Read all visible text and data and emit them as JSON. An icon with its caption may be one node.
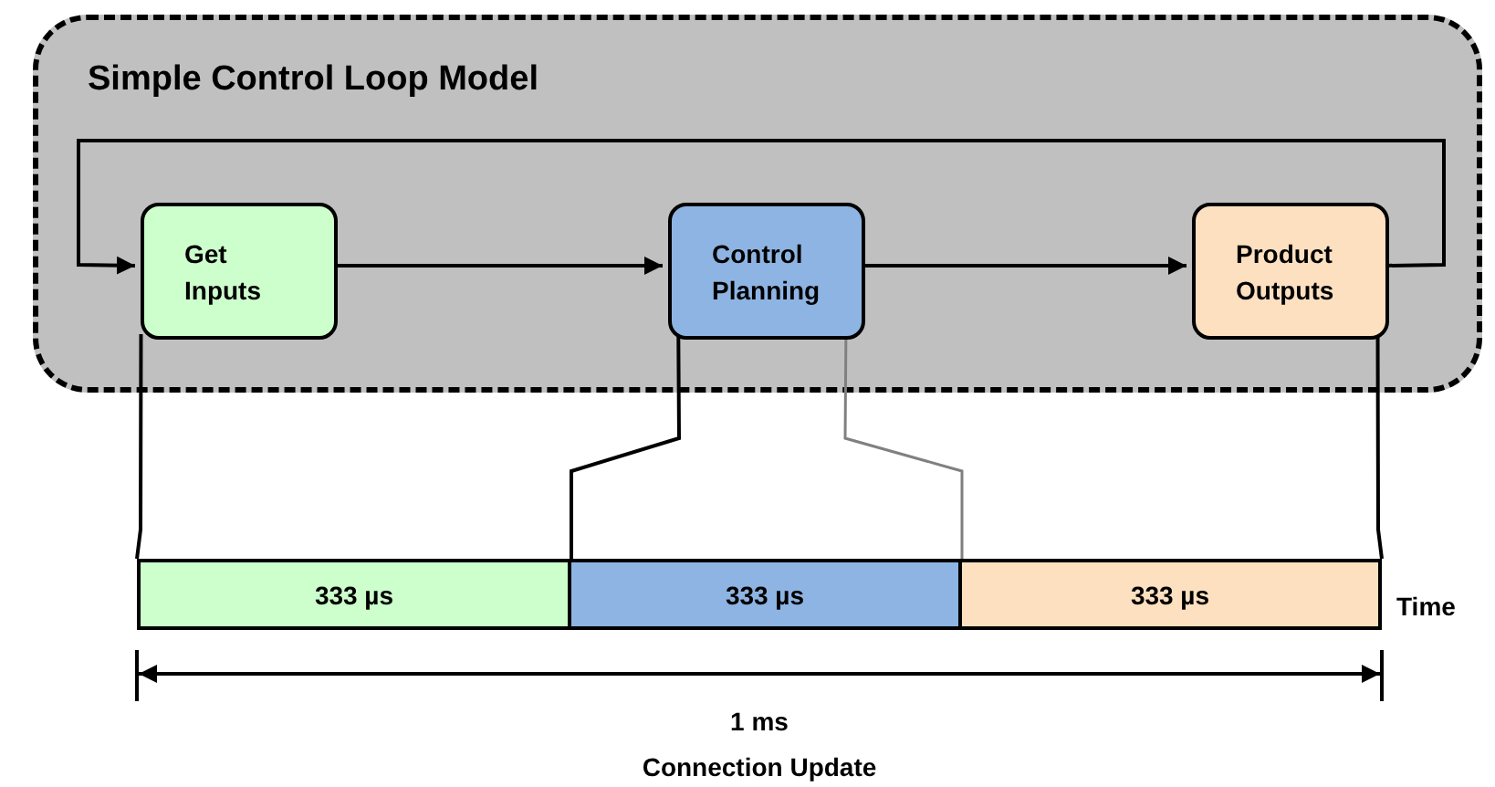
{
  "diagram": {
    "nodes": [
      {
        "text": [
          "Simple Control Loop Model"
        ]
      },
      {
        "text": [
          "Get Inputs"
        ],
        "in": 0
      },
      {
        "text": [
          "Control Planning"
        ],
        "in": 0
      },
      {
        "text": [
          "Product Outputs"
        ],
        "in": 0
      },
      {
        "text": [
          "333 µs"
        ]
      },
      {
        "text": [
          "333 µs"
        ]
      },
      {
        "text": [
          "333 µs"
        ]
      }
    ],
    "edges": [
      {
        "from": 1,
        "to": 2,
        "arrow": "to"
      },
      {
        "from": 2,
        "to": 3,
        "arrow": "to"
      },
      {
        "from": 3,
        "to": 1,
        "arrow": "to"
      },
      {
        "from": 1,
        "to": 4,
        "arrow": "none"
      },
      {
        "from": 2,
        "to": 5,
        "arrow": "none"
      },
      {
        "from": 2,
        "to": 5,
        "arrow": "none",
        "color": "#808080"
      },
      {
        "from": 3,
        "to": 6,
        "arrow": "none"
      }
    ],
    "labels": [
      "Time",
      "1 ms",
      "Connection Update"
    ]
  }
}
